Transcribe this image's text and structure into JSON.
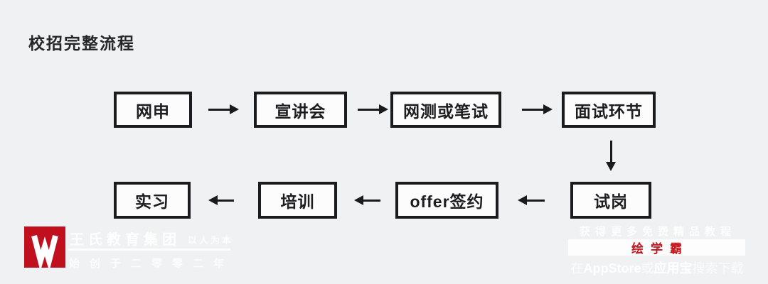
{
  "title": "校招完整流程",
  "flow": {
    "steps": [
      {
        "label": "网申"
      },
      {
        "label": "宣讲会"
      },
      {
        "label": "网测或笔试"
      },
      {
        "label": "面试环节"
      },
      {
        "label": "试岗"
      },
      {
        "label": "offer签约"
      },
      {
        "label": "培训"
      },
      {
        "label": "实习"
      }
    ]
  },
  "branding": {
    "company": "王氏教育集团",
    "slogan": "以人为本",
    "founded": "始创于二零零二年",
    "logo_color": "#c1101d",
    "logo_glyph": "W"
  },
  "promo": {
    "line1": "获得更多免费精品教程",
    "app_name": "绘学霸",
    "line3_segments": [
      "在",
      "AppStore",
      "或",
      "应用宝",
      "搜索下载"
    ],
    "accent_color": "#c4161c"
  },
  "colors": {
    "background": "#f0f1f2",
    "box_border": "#1c1c1f",
    "box_fill": "#fcfcfd",
    "text": "#1d1d20"
  }
}
